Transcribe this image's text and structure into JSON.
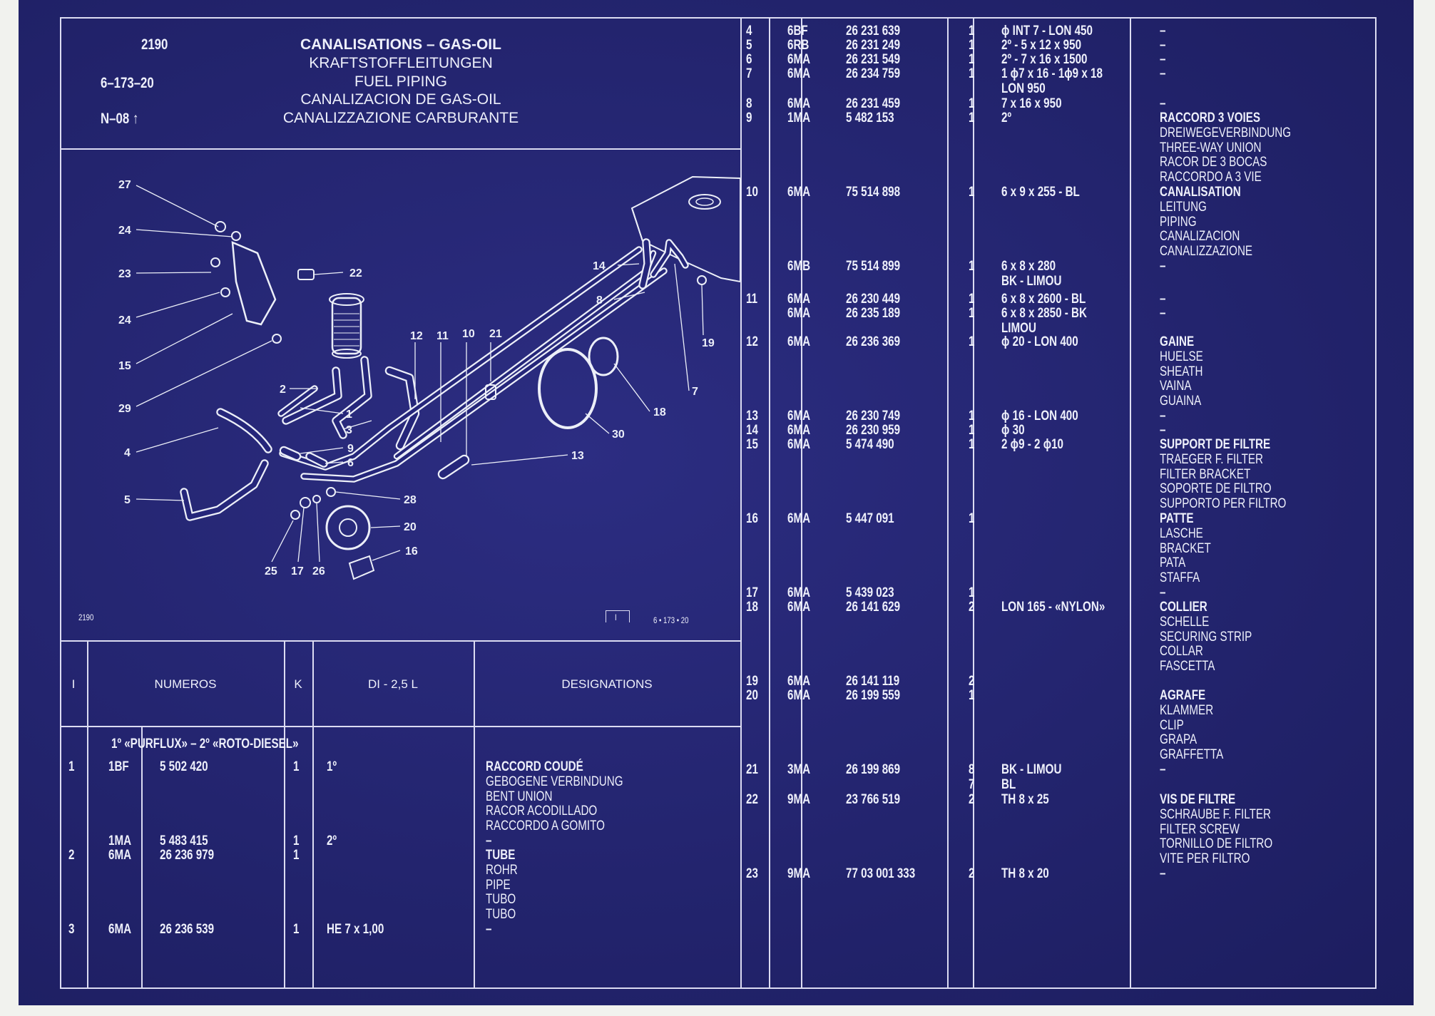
{
  "header": {
    "group": "2190",
    "ref": "6–173–20",
    "revision": "N–08",
    "titles": [
      "CANALISATIONS – GAS-OIL",
      "KRAFTSTOFFLEITUNGEN",
      "FUEL PIPING",
      "CANALIZACION DE GAS-OIL",
      "CANALIZZAZIONE CARBURANTE"
    ]
  },
  "diagram": {
    "callouts": [
      "27",
      "24",
      "23",
      "24",
      "15",
      "29",
      "4",
      "5",
      "22",
      "14",
      "8",
      "19",
      "12",
      "11",
      "10",
      "21",
      "2",
      "1",
      "3",
      "9",
      "6",
      "13",
      "30",
      "18",
      "7",
      "28",
      "20",
      "16",
      "25",
      "17",
      "26"
    ],
    "footer_left": "2190",
    "footer_right": "6 • 173 • 20",
    "footer_box": "I"
  },
  "table_header": {
    "col_i": "I",
    "col_numeros": "NUMEROS",
    "col_k": "K",
    "col_di": "DI - 2,5 L",
    "col_designations": "DESIGNATIONS"
  },
  "lower_table": {
    "group_note": "1º «PURFLUX» – 2º «ROTO-DIESEL»",
    "rows": [
      {
        "i": "1",
        "code": "1BF",
        "number": "5 502 420",
        "k": "1",
        "spec": "1º"
      },
      {
        "i": "",
        "code": "1MA",
        "number": "5 483 415",
        "k": "1",
        "spec": "2º"
      },
      {
        "i": "2",
        "code": "6MA",
        "number": "26 236 979",
        "k": "1",
        "spec": ""
      },
      {
        "i": "3",
        "code": "6MA",
        "number": "26 236 539",
        "k": "1",
        "spec": "HE 7 x 1,00"
      }
    ],
    "designations": [
      {
        "lines": [
          "RACCORD COUDÉ",
          "GEBOGENE VERBINDUNG",
          "BENT UNION",
          "RACOR ACODILLADO",
          "RACCORDO A GOMITO"
        ]
      },
      {
        "lines": [
          "–"
        ]
      },
      {
        "lines": [
          "TUBE",
          "ROHR",
          "PIPE",
          "TUBO",
          "TUBO"
        ]
      },
      {
        "lines": [
          "–"
        ]
      }
    ]
  },
  "right_table": {
    "rows": [
      {
        "i": "4",
        "code": "6BF",
        "number": "26 231 639",
        "k": "1",
        "spec": "ɸ INT 7 - LON 450",
        "desig": "–"
      },
      {
        "i": "5",
        "code": "6RB",
        "number": "26 231 249",
        "k": "1",
        "spec": "2º - 5 x 12 x 950",
        "desig": "–"
      },
      {
        "i": "6",
        "code": "6MA",
        "number": "26 231 549",
        "k": "1",
        "spec": "2º - 7 x 16 x 1500",
        "desig": "–"
      },
      {
        "i": "7",
        "code": "6MA",
        "number": "26 234 759",
        "k": "1",
        "spec": "1 ɸ7 x 16 - 1ɸ9 x 18",
        "spec2": "LON 950",
        "desig": "–"
      },
      {
        "i": "8",
        "code": "6MA",
        "number": "26 231 459",
        "k": "1",
        "spec": "7 x 16 x 950",
        "desig": "–"
      },
      {
        "i": "9",
        "code": "1MA",
        "number": "5 482 153",
        "k": "1",
        "spec": "2º",
        "desig_lines": [
          "RACCORD 3 VOIES",
          "DREIWEGEVERBINDUNG",
          "THREE-WAY UNION",
          "RACOR DE 3 BOCAS",
          "RACCORDO A 3 VIE"
        ]
      },
      {
        "i": "10",
        "code": "6MA",
        "number": "75 514 898",
        "k": "1",
        "spec": "6 x 9 x 255 - BL",
        "desig_lines": [
          "CANALISATION",
          "LEITUNG",
          "PIPING",
          "CANALIZACION",
          "CANALIZZAZIONE"
        ]
      },
      {
        "i": "",
        "code": "6MB",
        "number": "75 514 899",
        "k": "1",
        "spec": "6 x 8 x 280",
        "spec2": "BK - LIMOU",
        "desig": "–"
      },
      {
        "i": "11",
        "code": "6MA",
        "number": "26 230 449",
        "k": "1",
        "spec": "6 x 8 x 2600 - BL",
        "desig": "–"
      },
      {
        "i": "",
        "code": "6MA",
        "number": "26 235 189",
        "k": "1",
        "spec": "6 x 8 x 2850 - BK",
        "spec2": "LIMOU",
        "desig": "–"
      },
      {
        "i": "12",
        "code": "6MA",
        "number": "26 236 369",
        "k": "1",
        "spec": "ɸ 20 - LON 400",
        "desig_lines": [
          "GAINE",
          "HUELSE",
          "SHEATH",
          "VAINA",
          "GUAINA"
        ]
      },
      {
        "i": "13",
        "code": "6MA",
        "number": "26 230 749",
        "k": "1",
        "spec": "ɸ 16 - LON 400",
        "desig": "–"
      },
      {
        "i": "14",
        "code": "6MA",
        "number": "26 230 959",
        "k": "1",
        "spec": "ɸ 30",
        "desig": "–"
      },
      {
        "i": "15",
        "code": "6MA",
        "number": "5 474 490",
        "k": "1",
        "spec": "2 ɸ9 - 2 ɸ10",
        "desig_lines": [
          "SUPPORT DE FILTRE",
          "TRAEGER F. FILTER",
          "FILTER BRACKET",
          "SOPORTE DE FILTRO",
          "SUPPORTO PER FILTRO"
        ]
      },
      {
        "i": "16",
        "code": "6MA",
        "number": "5 447 091",
        "k": "1",
        "spec": "",
        "desig_lines": [
          "PATTE",
          "LASCHE",
          "BRACKET",
          "PATA",
          "STAFFA"
        ]
      },
      {
        "i": "17",
        "code": "6MA",
        "number": "5 439 023",
        "k": "1",
        "spec": "",
        "desig": "–"
      },
      {
        "i": "18",
        "code": "6MA",
        "number": "26 141 629",
        "k": "2",
        "spec": "LON 165 - «NYLON»",
        "desig_lines": [
          "COLLIER",
          "SCHELLE",
          "SECURING STRIP",
          "COLLAR",
          "FASCETTA"
        ]
      },
      {
        "i": "19",
        "code": "6MA",
        "number": "26 141 119",
        "k": "2",
        "spec": "",
        "desig": ""
      },
      {
        "i": "20",
        "code": "6MA",
        "number": "26 199 559",
        "k": "1",
        "spec": "",
        "desig_lines": [
          "AGRAFE",
          "KLAMMER",
          "CLIP",
          "GRAPA",
          "GRAFFETTA"
        ]
      },
      {
        "i": "21",
        "code": "3MA",
        "number": "26 199 869",
        "k": "8",
        "spec": "BK - LIMOU",
        "k2": "7",
        "spec2": "BL",
        "desig": "–"
      },
      {
        "i": "22",
        "code": "9MA",
        "number": "23 766 519",
        "k": "2",
        "spec": "TH 8 x 25",
        "desig_lines": [
          "VIS DE FILTRE",
          "SCHRAUBE F. FILTER",
          "FILTER SCREW",
          "TORNILLO DE FILTRO",
          "VITE PER FILTRO"
        ]
      },
      {
        "i": "23",
        "code": "9MA",
        "number": "77 03 001 333",
        "k": "2",
        "spec": "TH 8 x 20",
        "desig": "–"
      }
    ]
  }
}
